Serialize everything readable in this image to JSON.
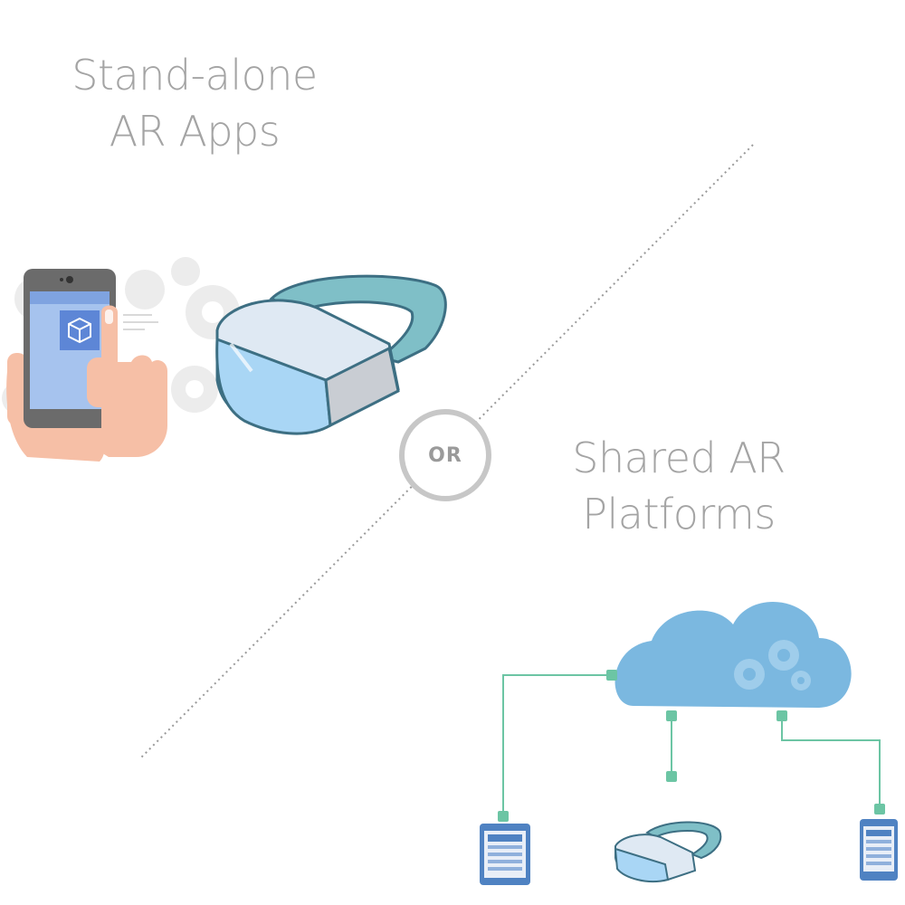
{
  "left_section": {
    "title_line1": "Stand-alone",
    "title_line2": "AR Apps"
  },
  "right_section": {
    "title_line1": "Shared AR",
    "title_line2": "Platforms"
  },
  "divider": {
    "label": "OR"
  },
  "colors": {
    "title_text": "#a4a4a4",
    "or_ring": "#c7c7c7",
    "headset_band": "#7fbfc7",
    "headset_visor": "#a9d6f5",
    "cloud": "#7bb8e0",
    "connector": "#6cc5a4",
    "device_blue": "#4f82c2",
    "skin": "#f6bfa6"
  },
  "icons": [
    "smartphone-icon",
    "hand-icon",
    "gear-icon",
    "ar-cube-icon",
    "vr-headset-icon",
    "cloud-icon",
    "tablet-icon"
  ]
}
